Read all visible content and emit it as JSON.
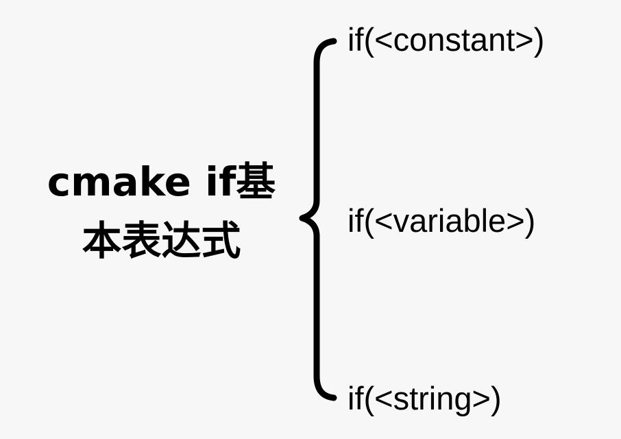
{
  "root": {
    "line1": "cmake if基",
    "line2": "本表达式"
  },
  "branches": [
    {
      "label": "if(<constant>)"
    },
    {
      "label": "if(<variable>)"
    },
    {
      "label": "if(<string>)"
    }
  ],
  "colors": {
    "background": "#f7f7f7",
    "text": "#000000",
    "brace": "#000000"
  }
}
